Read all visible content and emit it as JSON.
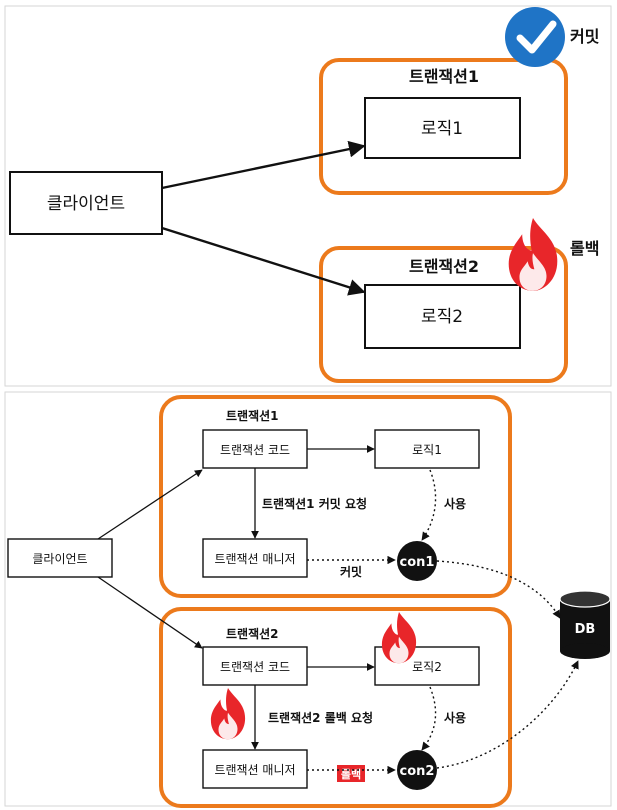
{
  "top": {
    "client": "클라이언트",
    "tx1_title": "트랜잭션1",
    "logic1": "로직1",
    "tx2_title": "트랜잭션2",
    "logic2": "로직2",
    "commit_label": "커밋",
    "rollback_label": "롤백"
  },
  "bottom": {
    "client": "클라이언트",
    "tx1_title": "트랜잭션1",
    "tx1_code": "트랜잭션 코드",
    "tx1_logic": "로직1",
    "tx1_manager": "트랜잭션 매니저",
    "tx1_request": "트랜잭션1 커밋 요청",
    "tx1_use": "사용",
    "tx1_commit": "커밋",
    "con1": "con1",
    "tx2_title": "트랜잭션2",
    "tx2_code": "트랜잭션 코드",
    "tx2_logic": "로직2",
    "tx2_manager": "트랜잭션 매니저",
    "tx2_request": "트랜잭션2 롤백 요청",
    "tx2_use": "사용",
    "tx2_rollback": "롤백",
    "con2": "con2",
    "db": "DB"
  },
  "colors": {
    "orange": "#ec7a1c",
    "check_blue": "#1f74c6",
    "flame_red": "#e8262a",
    "rollback_badge": "#e8262a"
  },
  "icons": [
    "check-circle-icon",
    "flame-icon"
  ]
}
